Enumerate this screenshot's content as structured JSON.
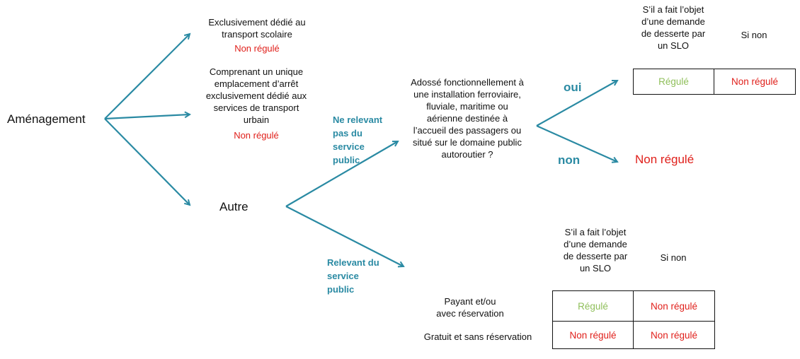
{
  "colors": {
    "arrow": "#2a8aa3",
    "red": "#e0201b",
    "green": "#8fbf5a",
    "label": "#2a8aa3"
  },
  "root_label": "Aménagement",
  "branch_scolaire": {
    "text": "Exclusivement dédié au transport scolaire",
    "status": "Non régulé"
  },
  "branch_urbain": {
    "text": "Comprenant un unique emplacement d’arrêt exclusivement dédié aux services de transport urbain",
    "status": "Non régulé"
  },
  "branch_autre": "Autre",
  "edge_ne_relevant": "Ne relevant pas du service public",
  "edge_relevant": "Relevant du service public",
  "question": "Adossé fonctionnellement à une installation ferroviaire, fluviale, maritime ou aérienne destinée à l’accueil des passagers ou situé sur le domaine public autoroutier ?",
  "edge_oui": "oui",
  "edge_non": "non",
  "result_non": "Non régulé",
  "table_top": {
    "header_slo": "S’il a fait l’objet d’une demande de desserte par un SLO",
    "header_sinon": "Si non",
    "cells": [
      "Régulé",
      "Non régulé"
    ]
  },
  "table_bottom": {
    "header_slo": "S’il a fait l’objet d’une demande de desserte par un SLO",
    "header_sinon": "Si non",
    "rows": [
      {
        "label": "Payant et/ou avec réservation",
        "cells": [
          "Régulé",
          "Non régulé"
        ]
      },
      {
        "label": "Gratuit et sans réservation",
        "cells": [
          "Non régulé",
          "Non régulé"
        ]
      }
    ]
  }
}
